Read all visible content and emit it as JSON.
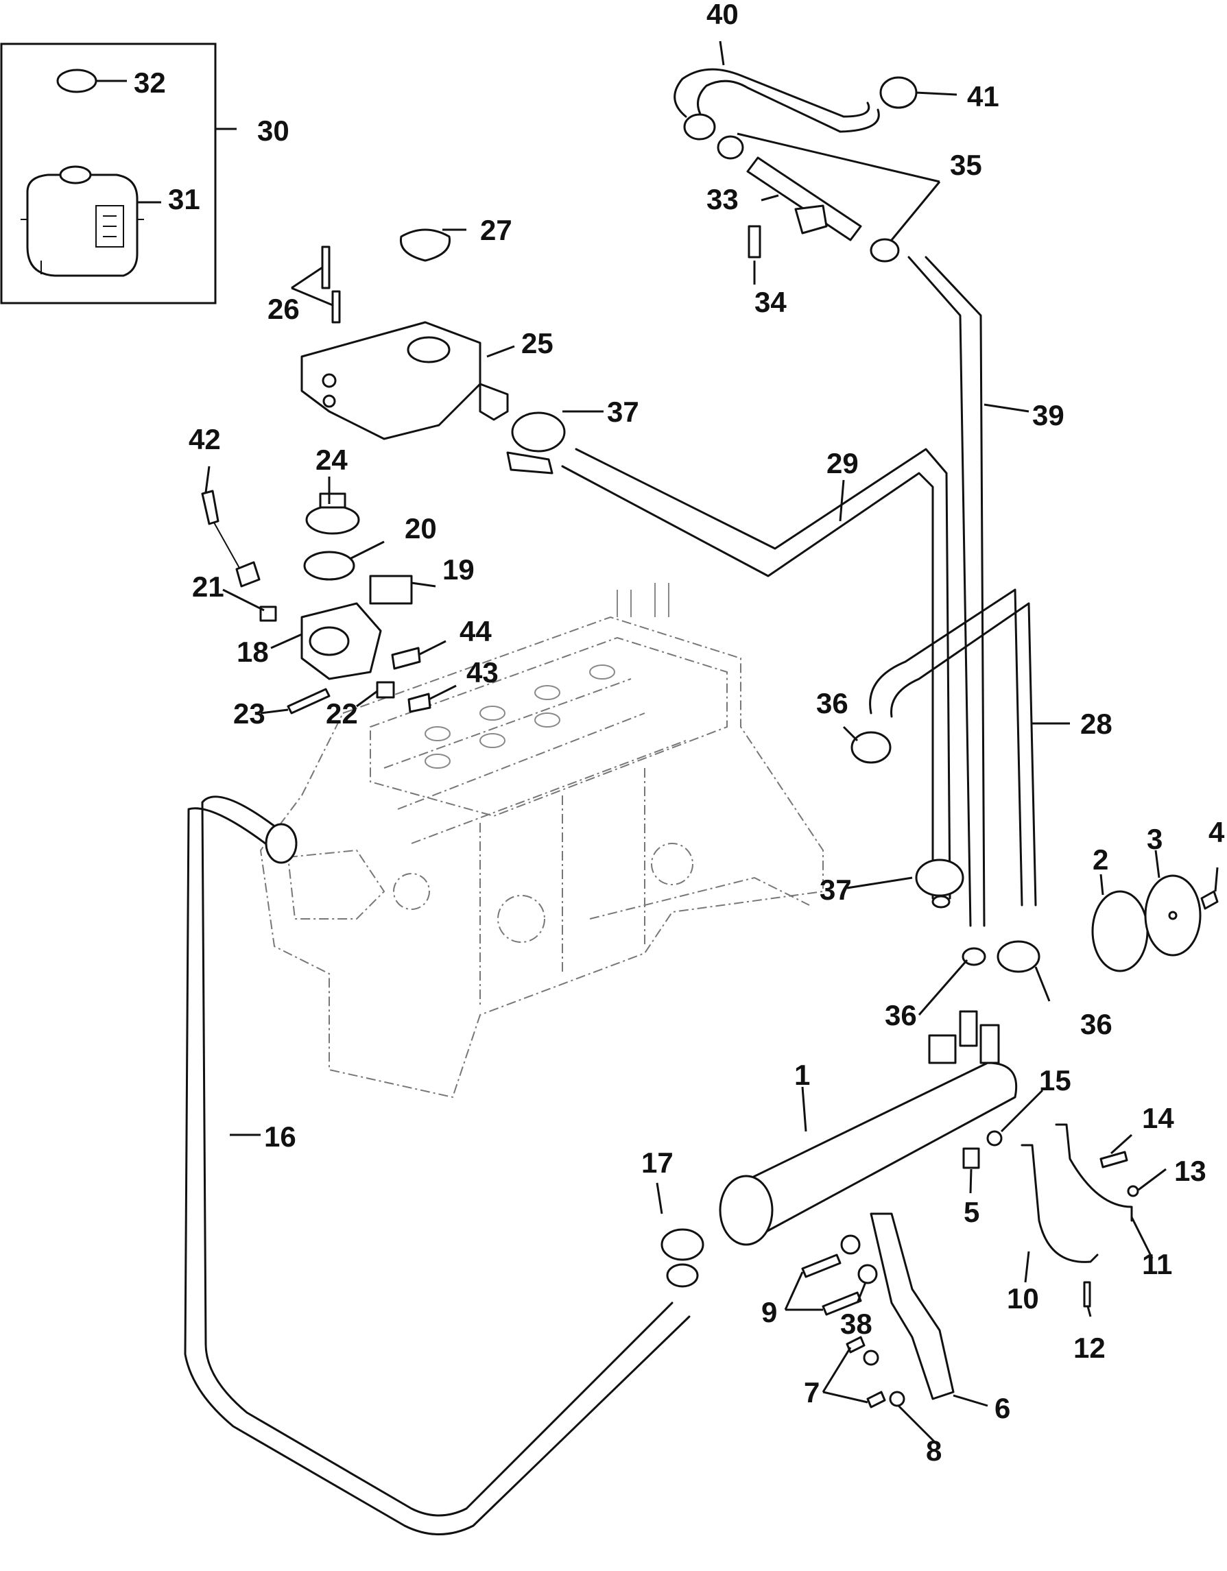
{
  "diagram": {
    "callouts": [
      {
        "id": "c40",
        "text": "40"
      },
      {
        "id": "c41",
        "text": "41"
      },
      {
        "id": "c35",
        "text": "35"
      },
      {
        "id": "c33",
        "text": "33"
      },
      {
        "id": "c34",
        "text": "34"
      },
      {
        "id": "c39",
        "text": "39"
      },
      {
        "id": "c32",
        "text": "32"
      },
      {
        "id": "c30",
        "text": "30"
      },
      {
        "id": "c31",
        "text": "31"
      },
      {
        "id": "c27",
        "text": "27"
      },
      {
        "id": "c26",
        "text": "26"
      },
      {
        "id": "c25",
        "text": "25"
      },
      {
        "id": "c37a",
        "text": "37"
      },
      {
        "id": "c42",
        "text": "42"
      },
      {
        "id": "c24",
        "text": "24"
      },
      {
        "id": "c29",
        "text": "29"
      },
      {
        "id": "c20",
        "text": "20"
      },
      {
        "id": "c19",
        "text": "19"
      },
      {
        "id": "c21",
        "text": "21"
      },
      {
        "id": "c44",
        "text": "44"
      },
      {
        "id": "c18",
        "text": "18"
      },
      {
        "id": "c43",
        "text": "43"
      },
      {
        "id": "c23",
        "text": "23"
      },
      {
        "id": "c22",
        "text": "22"
      },
      {
        "id": "c36a",
        "text": "36"
      },
      {
        "id": "c28",
        "text": "28"
      },
      {
        "id": "c2",
        "text": "2"
      },
      {
        "id": "c3",
        "text": "3"
      },
      {
        "id": "c4",
        "text": "4"
      },
      {
        "id": "c37b",
        "text": "37"
      },
      {
        "id": "c36b",
        "text": "36"
      },
      {
        "id": "c36c",
        "text": "36"
      },
      {
        "id": "c1",
        "text": "1"
      },
      {
        "id": "c15",
        "text": "15"
      },
      {
        "id": "c14",
        "text": "14"
      },
      {
        "id": "c16",
        "text": "16"
      },
      {
        "id": "c17",
        "text": "17"
      },
      {
        "id": "c5",
        "text": "5"
      },
      {
        "id": "c13",
        "text": "13"
      },
      {
        "id": "c11",
        "text": "11"
      },
      {
        "id": "c10",
        "text": "10"
      },
      {
        "id": "c12",
        "text": "12"
      },
      {
        "id": "c9",
        "text": "9"
      },
      {
        "id": "c38",
        "text": "38"
      },
      {
        "id": "c6",
        "text": "6"
      },
      {
        "id": "c7",
        "text": "7"
      },
      {
        "id": "c8",
        "text": "8"
      }
    ]
  }
}
